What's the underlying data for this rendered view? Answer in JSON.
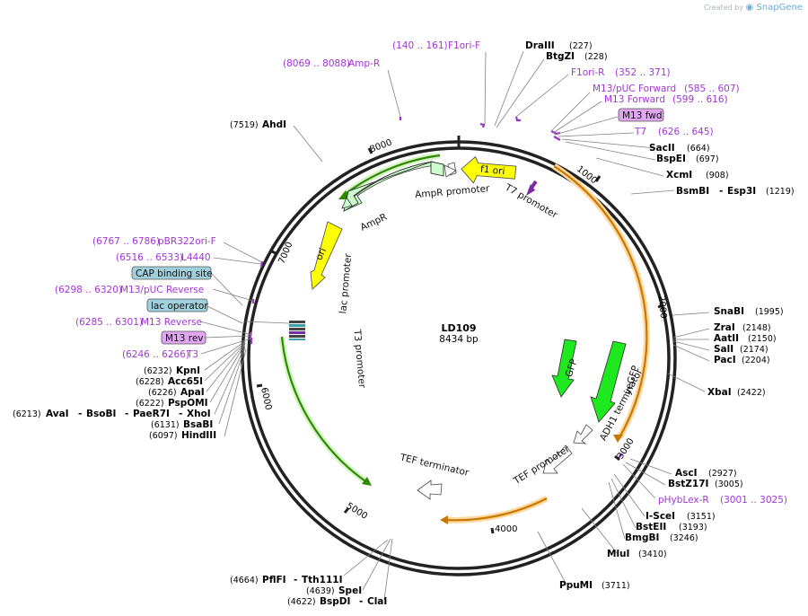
{
  "brand": {
    "created_by": "Created by",
    "name": "SnapGene"
  },
  "plasmid": {
    "name": "LD109",
    "size_label": "8434 bp",
    "total_bp": 8434
  },
  "ticks": [
    {
      "bp": 1000,
      "label": "1000"
    },
    {
      "bp": 2000,
      "label": "2000"
    },
    {
      "bp": 3000,
      "label": "3000"
    },
    {
      "bp": 4000,
      "label": "4000"
    },
    {
      "bp": 5000,
      "label": "5000"
    },
    {
      "bp": 6000,
      "label": "6000"
    },
    {
      "bp": 7000,
      "label": "7000"
    },
    {
      "bp": 8000,
      "label": "8000"
    }
  ],
  "enzymes": [
    {
      "name": "DraIII",
      "pos": "(227)"
    },
    {
      "name": "BtgZI",
      "pos": "(228)"
    },
    {
      "name": "SacII",
      "pos": "(664)"
    },
    {
      "name": "BspEI",
      "pos": "(697)"
    },
    {
      "name": "XcmI",
      "pos": "(908)"
    },
    {
      "name": "BsmBI",
      "name2": "Esp3I",
      "pos": "(1219)"
    },
    {
      "name": "SnaBI",
      "pos": "(1995)"
    },
    {
      "name": "ZraI",
      "pos": "(2148)"
    },
    {
      "name": "AatII",
      "pos": "(2150)"
    },
    {
      "name": "SalI",
      "pos": "(2174)"
    },
    {
      "name": "PacI",
      "pos": "(2204)"
    },
    {
      "name": "XbaI",
      "pos": "(2422)"
    },
    {
      "name": "AscI",
      "pos": "(2927)"
    },
    {
      "name": "BstZ17I",
      "pos": "(3005)"
    },
    {
      "name": "I-SceI",
      "pos": "(3151)"
    },
    {
      "name": "BstEII",
      "pos": "(3193)"
    },
    {
      "name": "BmgBI",
      "pos": "(3246)"
    },
    {
      "name": "MluI",
      "pos": "(3410)"
    },
    {
      "name": "PpuMI",
      "pos": "(3711)"
    },
    {
      "name": "PflFI",
      "name2": "Tth111I",
      "pos": "(4664)"
    },
    {
      "name": "SpeI",
      "pos": "(4639)"
    },
    {
      "name": "BspDI",
      "name2": "ClaI",
      "pos": "(4622)"
    },
    {
      "name": "HindIII",
      "pos": "(6097)"
    },
    {
      "name": "BsaBI",
      "pos": "(6131)"
    },
    {
      "name": "AvaI",
      "name2": "BsoBI",
      "name3": "PaeR7I",
      "name4": "XhoI",
      "pos": "(6213)"
    },
    {
      "name": "PspOMI",
      "pos": "(6222)"
    },
    {
      "name": "ApaI",
      "pos": "(6226)"
    },
    {
      "name": "Acc65I",
      "pos": "(6228)"
    },
    {
      "name": "KpnI",
      "pos": "(6232)"
    },
    {
      "name": "AhdI",
      "pos": "(7519)"
    }
  ],
  "primers": [
    {
      "name": "F1ori-F",
      "range": "(140 .. 161)"
    },
    {
      "name": "Amp-R",
      "range": "(8069 .. 8088)"
    },
    {
      "name": "F1ori-R",
      "range": "(352 .. 371)"
    },
    {
      "name": "M13/pUC Forward",
      "range": "(585 .. 607)"
    },
    {
      "name": "M13 Forward",
      "range": "(599 .. 616)"
    },
    {
      "name": "T7",
      "range": "(626 .. 645)"
    },
    {
      "name": "pHybLex-R",
      "range": "(3001 .. 3025)"
    },
    {
      "name": "pBR322ori-F",
      "range": "(6767 .. 6786)"
    },
    {
      "name": "L4440",
      "range": "(6516 .. 6533)"
    },
    {
      "name": "M13/pUC Reverse",
      "range": "(6298 .. 6320)"
    },
    {
      "name": "M13 Reverse",
      "range": "(6285 .. 6301)"
    },
    {
      "name": "T3",
      "range": "(6246 .. 6266)"
    }
  ],
  "boxed_features": [
    {
      "name": "M13 fwd"
    },
    {
      "name": "CAP binding site"
    },
    {
      "name": "lac operator"
    },
    {
      "name": "M13 rev"
    }
  ],
  "features": [
    {
      "name": "f1 ori"
    },
    {
      "name": "AmpR promoter"
    },
    {
      "name": "AmpR"
    },
    {
      "name": "ori"
    },
    {
      "name": "T7 promoter"
    },
    {
      "name": "lac promoter"
    },
    {
      "name": "T3 promoter"
    },
    {
      "name": "GFP"
    },
    {
      "name": "yeGFP"
    },
    {
      "name": "ADH1 terminator"
    },
    {
      "name": "TEF promoter"
    },
    {
      "name": "TEF terminator"
    }
  ],
  "colors": {
    "primer": "#a335d6",
    "ori_yellow": "#ffff00",
    "ampr_fill": "#ccffcc",
    "gfp_green": "#1ee81e",
    "green_arc": "#2e8b00",
    "orange_arc": "#c87800",
    "cap_box": "#9fd0dc",
    "primer_box": "#e0a6f2"
  }
}
